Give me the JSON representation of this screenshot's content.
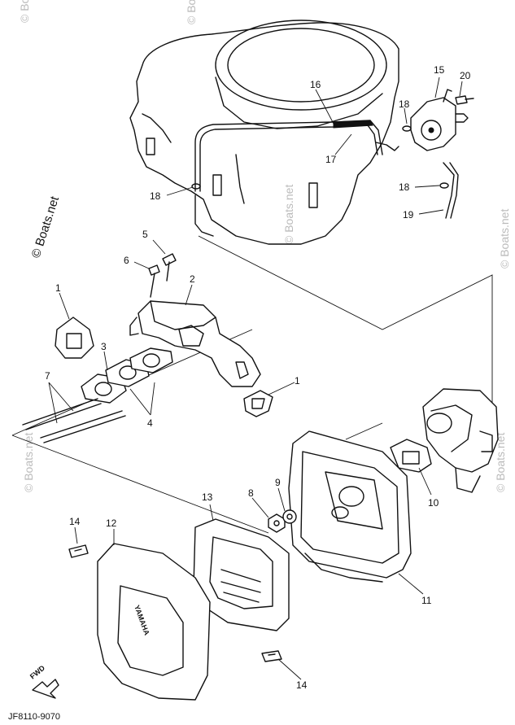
{
  "callouts": {
    "c1": "1",
    "c1b": "1",
    "c2": "2",
    "c3": "3",
    "c4": "4",
    "c5": "5",
    "c6": "6",
    "c7": "7",
    "c8": "8",
    "c9": "9",
    "c10": "10",
    "c11": "11",
    "c12": "12",
    "c13": "13",
    "c14a": "14",
    "c14b": "14",
    "c15": "15",
    "c16": "16",
    "c17": "17",
    "c18a": "18",
    "c18b": "18",
    "c18c": "18",
    "c19": "19",
    "c20": "20"
  },
  "watermark": {
    "main": "© Boats.net",
    "faint": "© Boats.net"
  },
  "diagram_code": "JF8110-9070",
  "direction_label": "FWD",
  "brand_emboss": "YAMAHA"
}
